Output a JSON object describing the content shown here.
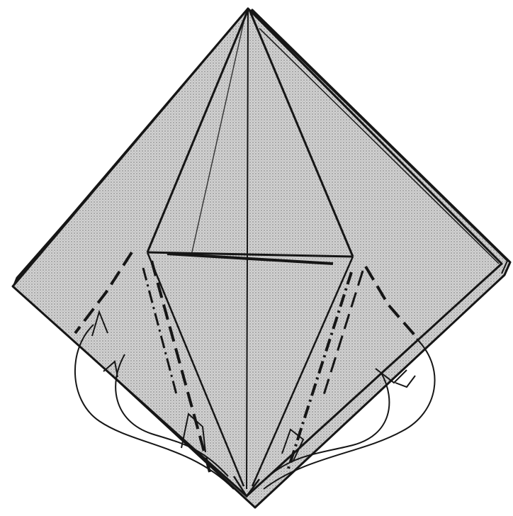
{
  "diagram": {
    "subject": "origami-folding-step",
    "colors": {
      "paper_fill": "#c9c9c9",
      "paper_dots": "#8e8e8e",
      "line": "#161616",
      "background": "#ffffff"
    },
    "folds": [
      {
        "kind": "valley",
        "style": "dashed"
      },
      {
        "kind": "mountain",
        "style": "dash-dot"
      }
    ],
    "arrows": [
      {
        "direction": "fold-in",
        "side": "left"
      },
      {
        "direction": "fold-in",
        "side": "right"
      }
    ]
  }
}
